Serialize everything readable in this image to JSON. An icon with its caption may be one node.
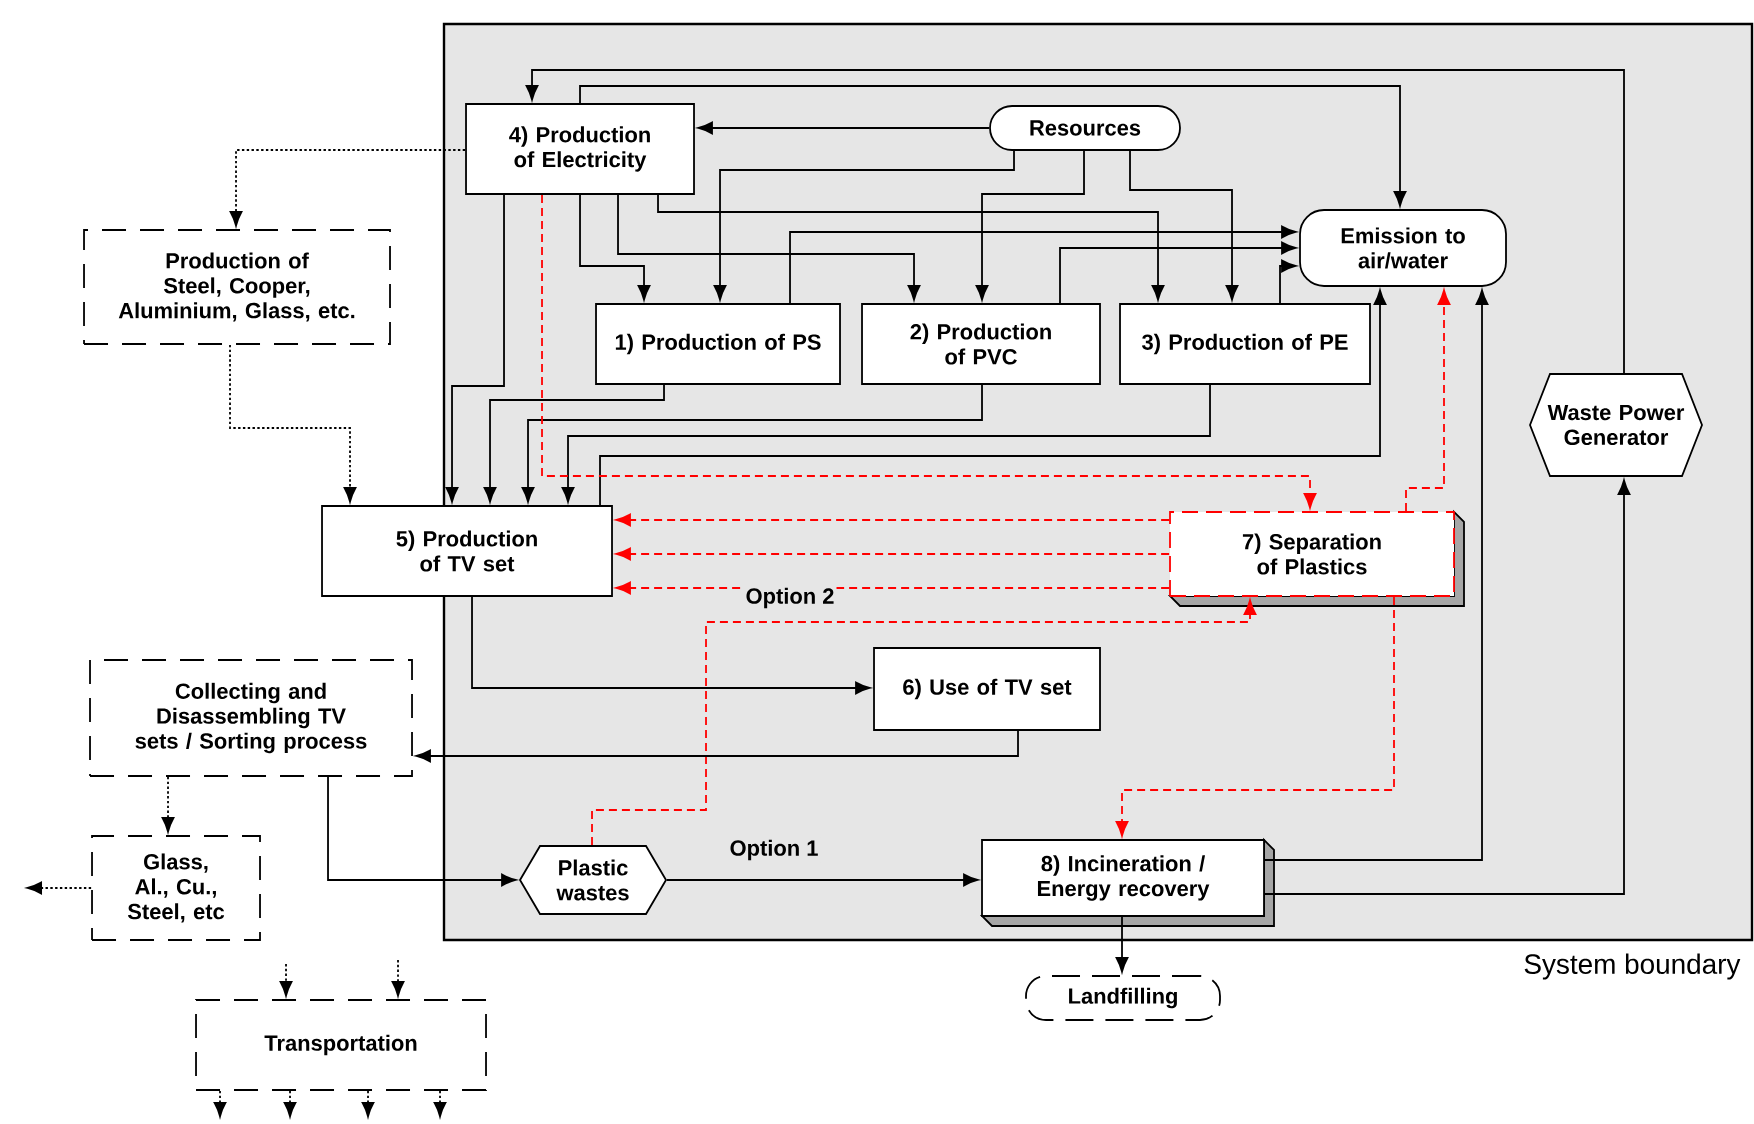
{
  "diagram": {
    "nodes": [
      {
        "text": [
          "System boundary"
        ]
      },
      {
        "text": [
          "4) Production of Electricity"
        ],
        "in": 0
      },
      {
        "text": [
          "Resources"
        ],
        "in": 0
      },
      {
        "text": [
          "Emission to air/water"
        ],
        "in": 0
      },
      {
        "text": [
          "1) Production of PS"
        ],
        "in": 0
      },
      {
        "text": [
          "2) Production of PVC"
        ],
        "in": 0
      },
      {
        "text": [
          "3) Production of PE"
        ],
        "in": 0
      },
      {
        "text": [
          "Production of Steel, Cooper, Aluminium, Glass, etc."
        ]
      },
      {
        "text": [
          "Waste Power Generator"
        ],
        "in": 0
      },
      {
        "text": [
          "5) Production of TV set"
        ],
        "in": 0
      },
      {
        "text": [
          "7) Separation of Plastics"
        ],
        "in": 0
      },
      {
        "text": [
          "6) Use of TV set"
        ],
        "in": 0
      },
      {
        "text": [
          "Collecting and Disassembling TV sets / Sorting process"
        ]
      },
      {
        "text": [
          "Plastic wastes"
        ],
        "in": 0
      },
      {
        "text": [
          "8) Incineration / Energy recovery"
        ],
        "in": 0
      },
      {
        "text": [
          "Glass, Al., Cu., Steel, etc"
        ]
      },
      {
        "text": [
          "Landfilling"
        ]
      },
      {
        "text": [
          "Transportation"
        ]
      }
    ],
    "edges": [
      {
        "from": 2,
        "to": 1,
        "arrow": "to"
      },
      {
        "from": 2,
        "to": 4,
        "arrow": "to"
      },
      {
        "from": 2,
        "to": 5,
        "arrow": "to"
      },
      {
        "from": 2,
        "to": 6,
        "arrow": "to"
      },
      {
        "from": 1,
        "to": 4,
        "arrow": "to"
      },
      {
        "from": 1,
        "to": 5,
        "arrow": "to"
      },
      {
        "from": 1,
        "to": 6,
        "arrow": "to"
      },
      {
        "from": 1,
        "to": 3,
        "arrow": "to"
      },
      {
        "from": 8,
        "to": 1,
        "arrow": "to"
      },
      {
        "from": 4,
        "to": 3,
        "arrow": "to"
      },
      {
        "from": 5,
        "to": 3,
        "arrow": "to"
      },
      {
        "from": 6,
        "to": 3,
        "arrow": "to"
      },
      {
        "from": 1,
        "to": 9,
        "arrow": "to"
      },
      {
        "from": 4,
        "to": 9,
        "arrow": "to"
      },
      {
        "from": 5,
        "to": 9,
        "arrow": "to"
      },
      {
        "from": 6,
        "to": 9,
        "arrow": "to"
      },
      {
        "from": 9,
        "to": 3,
        "arrow": "to"
      },
      {
        "from": 1,
        "to": 10,
        "arrow": "to",
        "style": "dashed",
        "color": "#ff0000"
      },
      {
        "from": 10,
        "to": 9,
        "arrow": "to",
        "style": "dashed",
        "color": "#ff0000"
      },
      {
        "from": 10,
        "to": 9,
        "arrow": "to",
        "style": "dashed",
        "color": "#ff0000"
      },
      {
        "from": 10,
        "to": 9,
        "arrow": "to",
        "style": "dashed",
        "color": "#ff0000"
      },
      {
        "from": 10,
        "to": 3,
        "arrow": "to",
        "style": "dashed",
        "color": "#ff0000"
      },
      {
        "from": 13,
        "to": 10,
        "arrow": "to",
        "style": "dashed",
        "color": "#ff0000",
        "label": "Option 2"
      },
      {
        "from": 10,
        "to": 14,
        "arrow": "to",
        "style": "dashed",
        "color": "#ff0000"
      },
      {
        "from": 9,
        "to": 11,
        "arrow": "to"
      },
      {
        "from": 11,
        "to": 12,
        "arrow": "to"
      },
      {
        "from": 12,
        "to": 13,
        "arrow": "to"
      },
      {
        "from": 13,
        "to": 14,
        "arrow": "to",
        "label": "Option 1"
      },
      {
        "from": 14,
        "to": 3,
        "arrow": "to"
      },
      {
        "from": 14,
        "to": 8,
        "arrow": "to"
      },
      {
        "from": 14,
        "to": 16,
        "arrow": "to"
      },
      {
        "from": 1,
        "to": 7,
        "arrow": "to",
        "style": "dashed"
      },
      {
        "from": 7,
        "to": 9,
        "arrow": "to",
        "style": "dashed"
      },
      {
        "from": 12,
        "to": 15,
        "arrow": "to",
        "style": "dashed"
      },
      {
        "from": 15,
        "to": null,
        "arrow": "to",
        "style": "dashed"
      },
      {
        "from": null,
        "to": 17,
        "arrow": "to",
        "style": "dashed"
      },
      {
        "from": null,
        "to": 17,
        "arrow": "to",
        "style": "dashed"
      },
      {
        "from": 17,
        "to": null,
        "arrow": "to",
        "style": "dashed"
      },
      {
        "from": 17,
        "to": null,
        "arrow": "to",
        "style": "dashed"
      },
      {
        "from": 17,
        "to": null,
        "arrow": "to",
        "style": "dashed"
      },
      {
        "from": 17,
        "to": null,
        "arrow": "to",
        "style": "dashed"
      }
    ]
  }
}
